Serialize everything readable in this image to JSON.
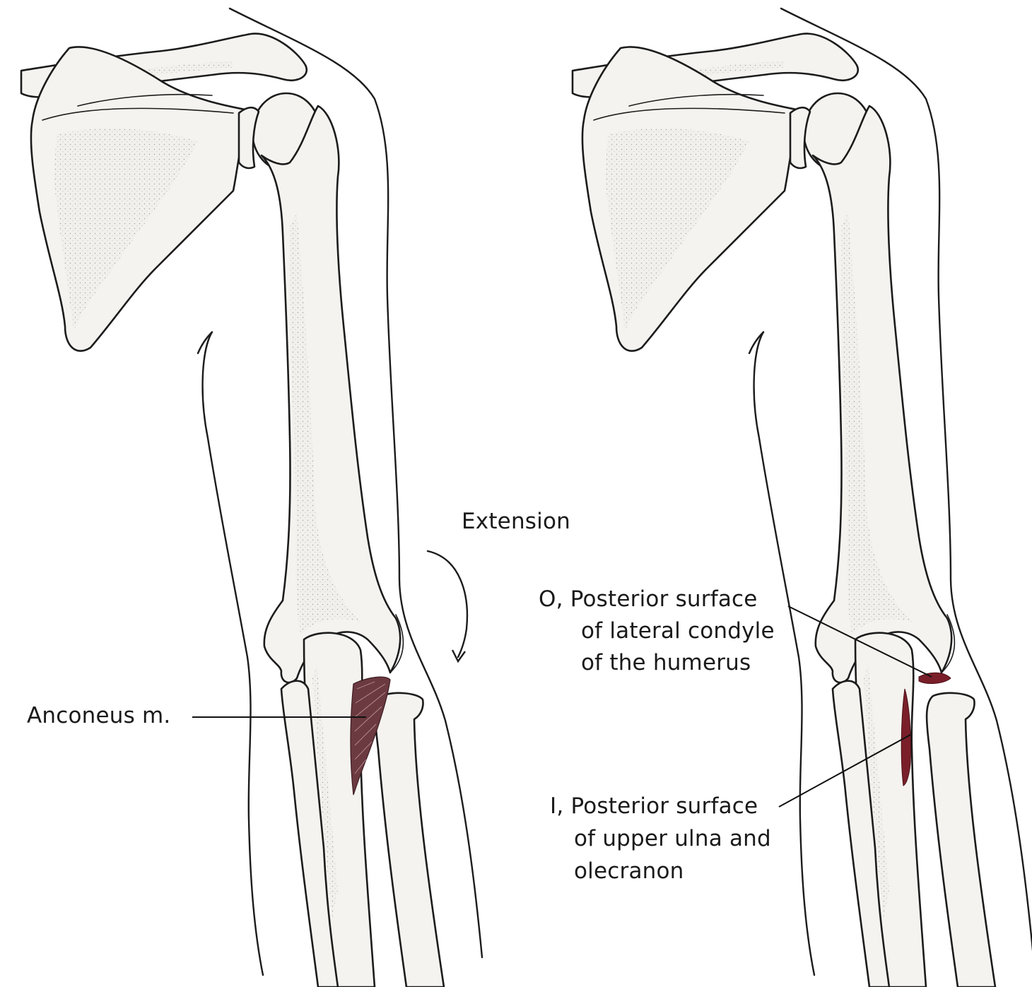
{
  "labels": {
    "extension": "Extension",
    "anconeus": "Anconeus m.",
    "origin": {
      "line1": "O, Posterior surface",
      "line2": "of lateral condyle",
      "line3": "of the humerus"
    },
    "insertion": {
      "line1": "I, Posterior surface",
      "line2": "of upper ulna and",
      "line3": "olecranon"
    }
  },
  "colors": {
    "muscle": "#6b3a40",
    "attachment": "#7a1f2a",
    "bone": "#f4f3ef",
    "ink": "#1c1c1c"
  }
}
